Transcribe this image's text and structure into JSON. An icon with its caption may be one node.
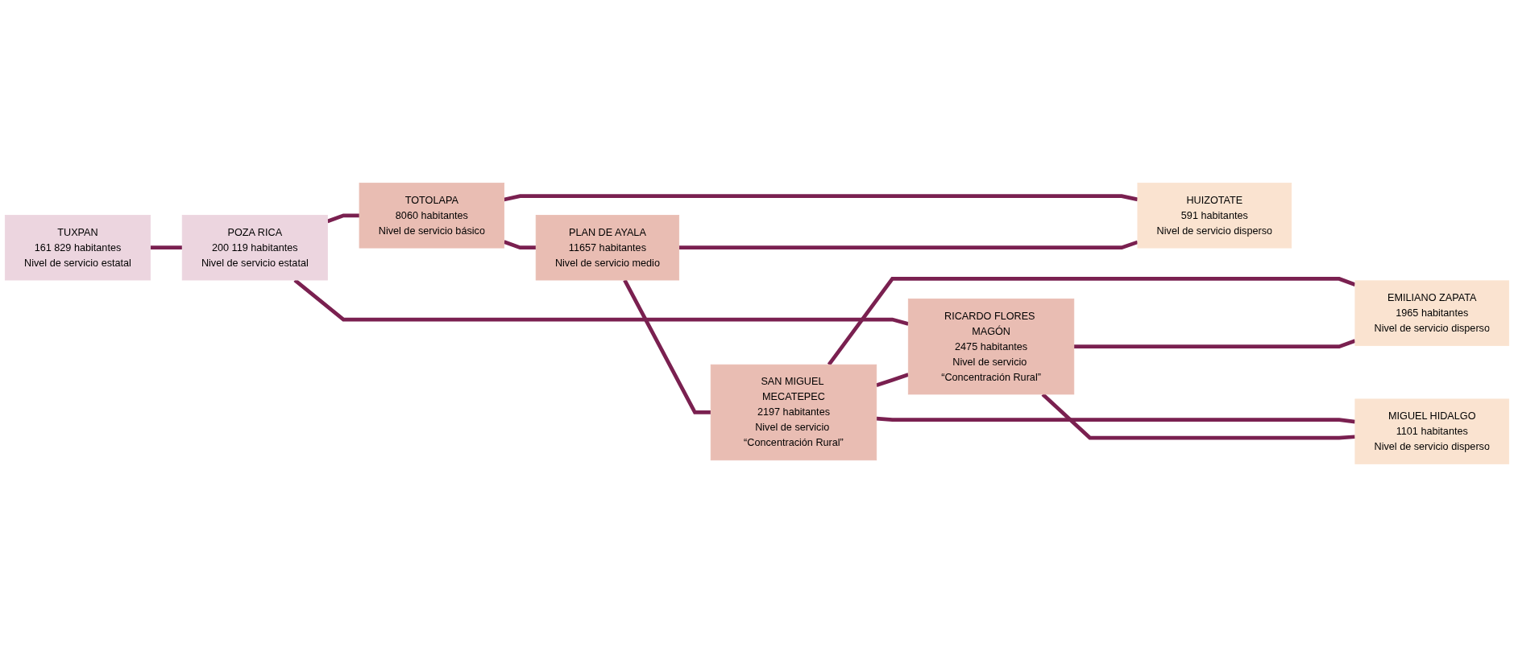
{
  "diagram": {
    "nodes": [
      {
        "text": [
          "TUXPAN",
          "161 829 habitantes",
          "Nivel de servicio estatal"
        ]
      },
      {
        "text": [
          "POZA RICA",
          "200 119 habitantes",
          "Nivel de servicio estatal"
        ]
      },
      {
        "text": [
          "TOTOLAPA",
          "8060 habitantes",
          "Nivel de servicio básico"
        ]
      },
      {
        "text": [
          "PLAN DE AYALA",
          "11657 habitantes",
          "Nivel de servicio medio"
        ]
      },
      {
        "text": [
          "SAN MIGUEL MECATEPEC",
          "2197 habitantes",
          "Nivel de servicio “Concentración Rural”"
        ]
      },
      {
        "text": [
          "RICARDO FLORES MAGÓN",
          "2475 habitantes",
          "Nivel de servicio “Concentración Rural”"
        ]
      },
      {
        "text": [
          "HUIZOTATE",
          "591 habitantes",
          "Nivel de servicio disperso"
        ]
      },
      {
        "text": [
          "EMILIANO ZAPATA",
          "1965 habitantes",
          "Nivel de servicio disperso"
        ]
      },
      {
        "text": [
          "MIGUEL HIDALGO",
          "1101 habitantes",
          "Nivel de servicio disperso"
        ]
      }
    ],
    "edges": [
      {
        "from": 0,
        "to": 1,
        "arrow": "none"
      },
      {
        "from": 1,
        "to": 2,
        "arrow": "none"
      },
      {
        "from": 1,
        "to": 5,
        "arrow": "none"
      },
      {
        "from": 2,
        "to": 3,
        "arrow": "none"
      },
      {
        "from": 3,
        "to": 4,
        "arrow": "none"
      },
      {
        "from": 4,
        "to": 5,
        "arrow": "none"
      },
      {
        "from": 2,
        "to": 6,
        "arrow": "none"
      },
      {
        "from": 3,
        "to": 6,
        "arrow": "none"
      },
      {
        "from": 4,
        "to": 7,
        "arrow": "none"
      },
      {
        "from": 4,
        "to": 8,
        "arrow": "none"
      },
      {
        "from": 5,
        "to": 7,
        "arrow": "none"
      },
      {
        "from": 5,
        "to": 8,
        "arrow": "none"
      }
    ]
  }
}
